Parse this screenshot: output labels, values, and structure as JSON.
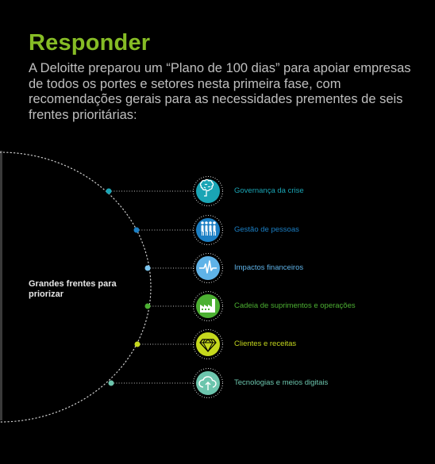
{
  "header": {
    "title": "Responder",
    "intro": "A Deloitte preparou um “Plano de 100 dias” para apoiar empresas de todos os portes e setores nesta primeira fase, com recomendações gerais para as necessidades prementes de seis frentes prioritárias:"
  },
  "diagram": {
    "center_label": "Grandes frentes para priorizar",
    "items": [
      {
        "label": "Governança da crise",
        "icon": "brain-icon",
        "color": "#1aa5b5",
        "dot": "#1aa5b5"
      },
      {
        "label": "Gestão de pessoas",
        "icon": "people-icon",
        "color": "#1b7fc4",
        "dot": "#1b7fc4"
      },
      {
        "label": "Impactos financeiros",
        "icon": "pulse-icon",
        "color": "#5fb3e8",
        "dot": "#7cc6f0"
      },
      {
        "label": "Cadeia de suprimentos e operações",
        "icon": "factory-icon",
        "color": "#4cb032",
        "dot": "#4cb032"
      },
      {
        "label": "Clientes e receitas",
        "icon": "diamond-icon",
        "color": "#c5d81d",
        "dot": "#c5d81d"
      },
      {
        "label": "Tecnologias e meios digitais",
        "icon": "cloud-upload-icon",
        "color": "#6cc5ad",
        "dot": "#6cc5ad"
      }
    ]
  }
}
